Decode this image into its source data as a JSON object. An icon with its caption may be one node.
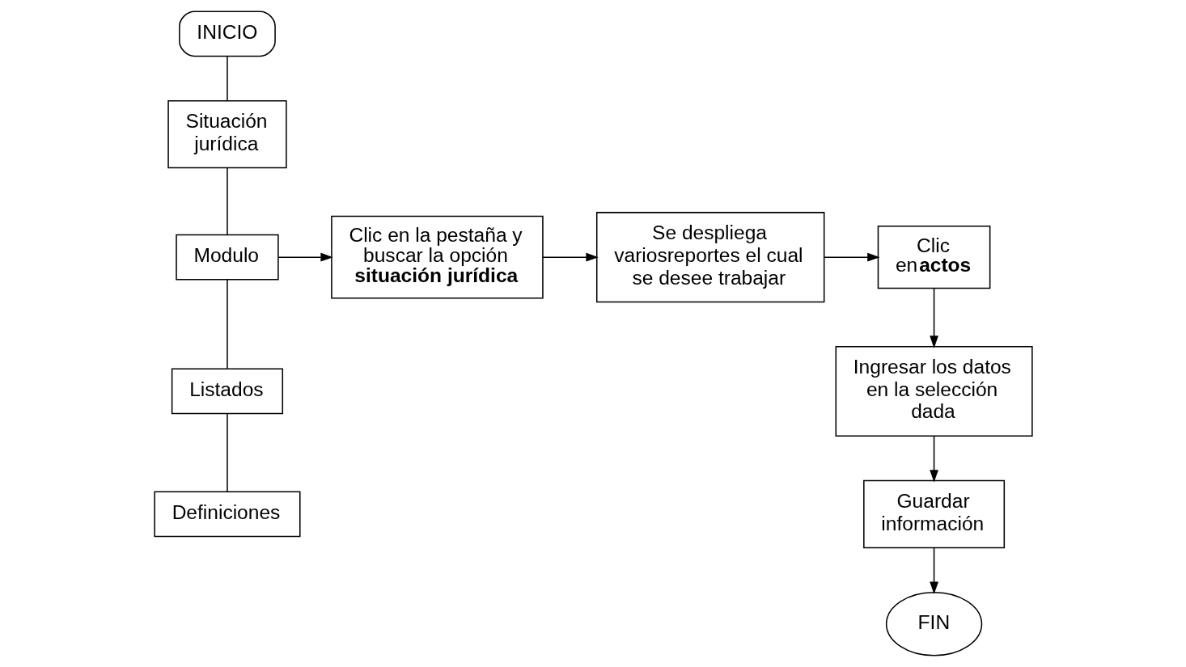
{
  "diagram": {
    "nodes": [
      {
        "text": [
          "INICIO"
        ]
      },
      {
        "text": [
          "Situación jurídica"
        ]
      },
      {
        "text": [
          "Modulo"
        ]
      },
      {
        "text": [
          "Listados"
        ]
      },
      {
        "text": [
          "Definiciones"
        ]
      },
      {
        "text": [
          "Clic en la pestaña y buscar la opción **situación jurídica**"
        ]
      },
      {
        "text": [
          "Se despliega variosreportes el cual se desee trabajar"
        ]
      },
      {
        "text": [
          "Clic en**actos**"
        ]
      },
      {
        "text": [
          "Ingresar los datos en la selección dada"
        ]
      },
      {
        "text": [
          "Guardar información"
        ]
      },
      {
        "text": [
          "FIN"
        ]
      }
    ],
    "edges": [
      {
        "from": 0,
        "to": 1,
        "arrow": "none"
      },
      {
        "from": 1,
        "to": 2,
        "arrow": "none"
      },
      {
        "from": 2,
        "to": 3,
        "arrow": "none"
      },
      {
        "from": 3,
        "to": 4,
        "arrow": "none"
      },
      {
        "from": 2,
        "to": 5,
        "arrow": "to"
      },
      {
        "from": 5,
        "to": 6,
        "arrow": "to"
      },
      {
        "from": 6,
        "to": 7,
        "arrow": "to"
      },
      {
        "from": 7,
        "to": 8,
        "arrow": "to"
      },
      {
        "from": 8,
        "to": 9,
        "arrow": "to"
      },
      {
        "from": 9,
        "to": 10,
        "arrow": "to"
      }
    ]
  }
}
